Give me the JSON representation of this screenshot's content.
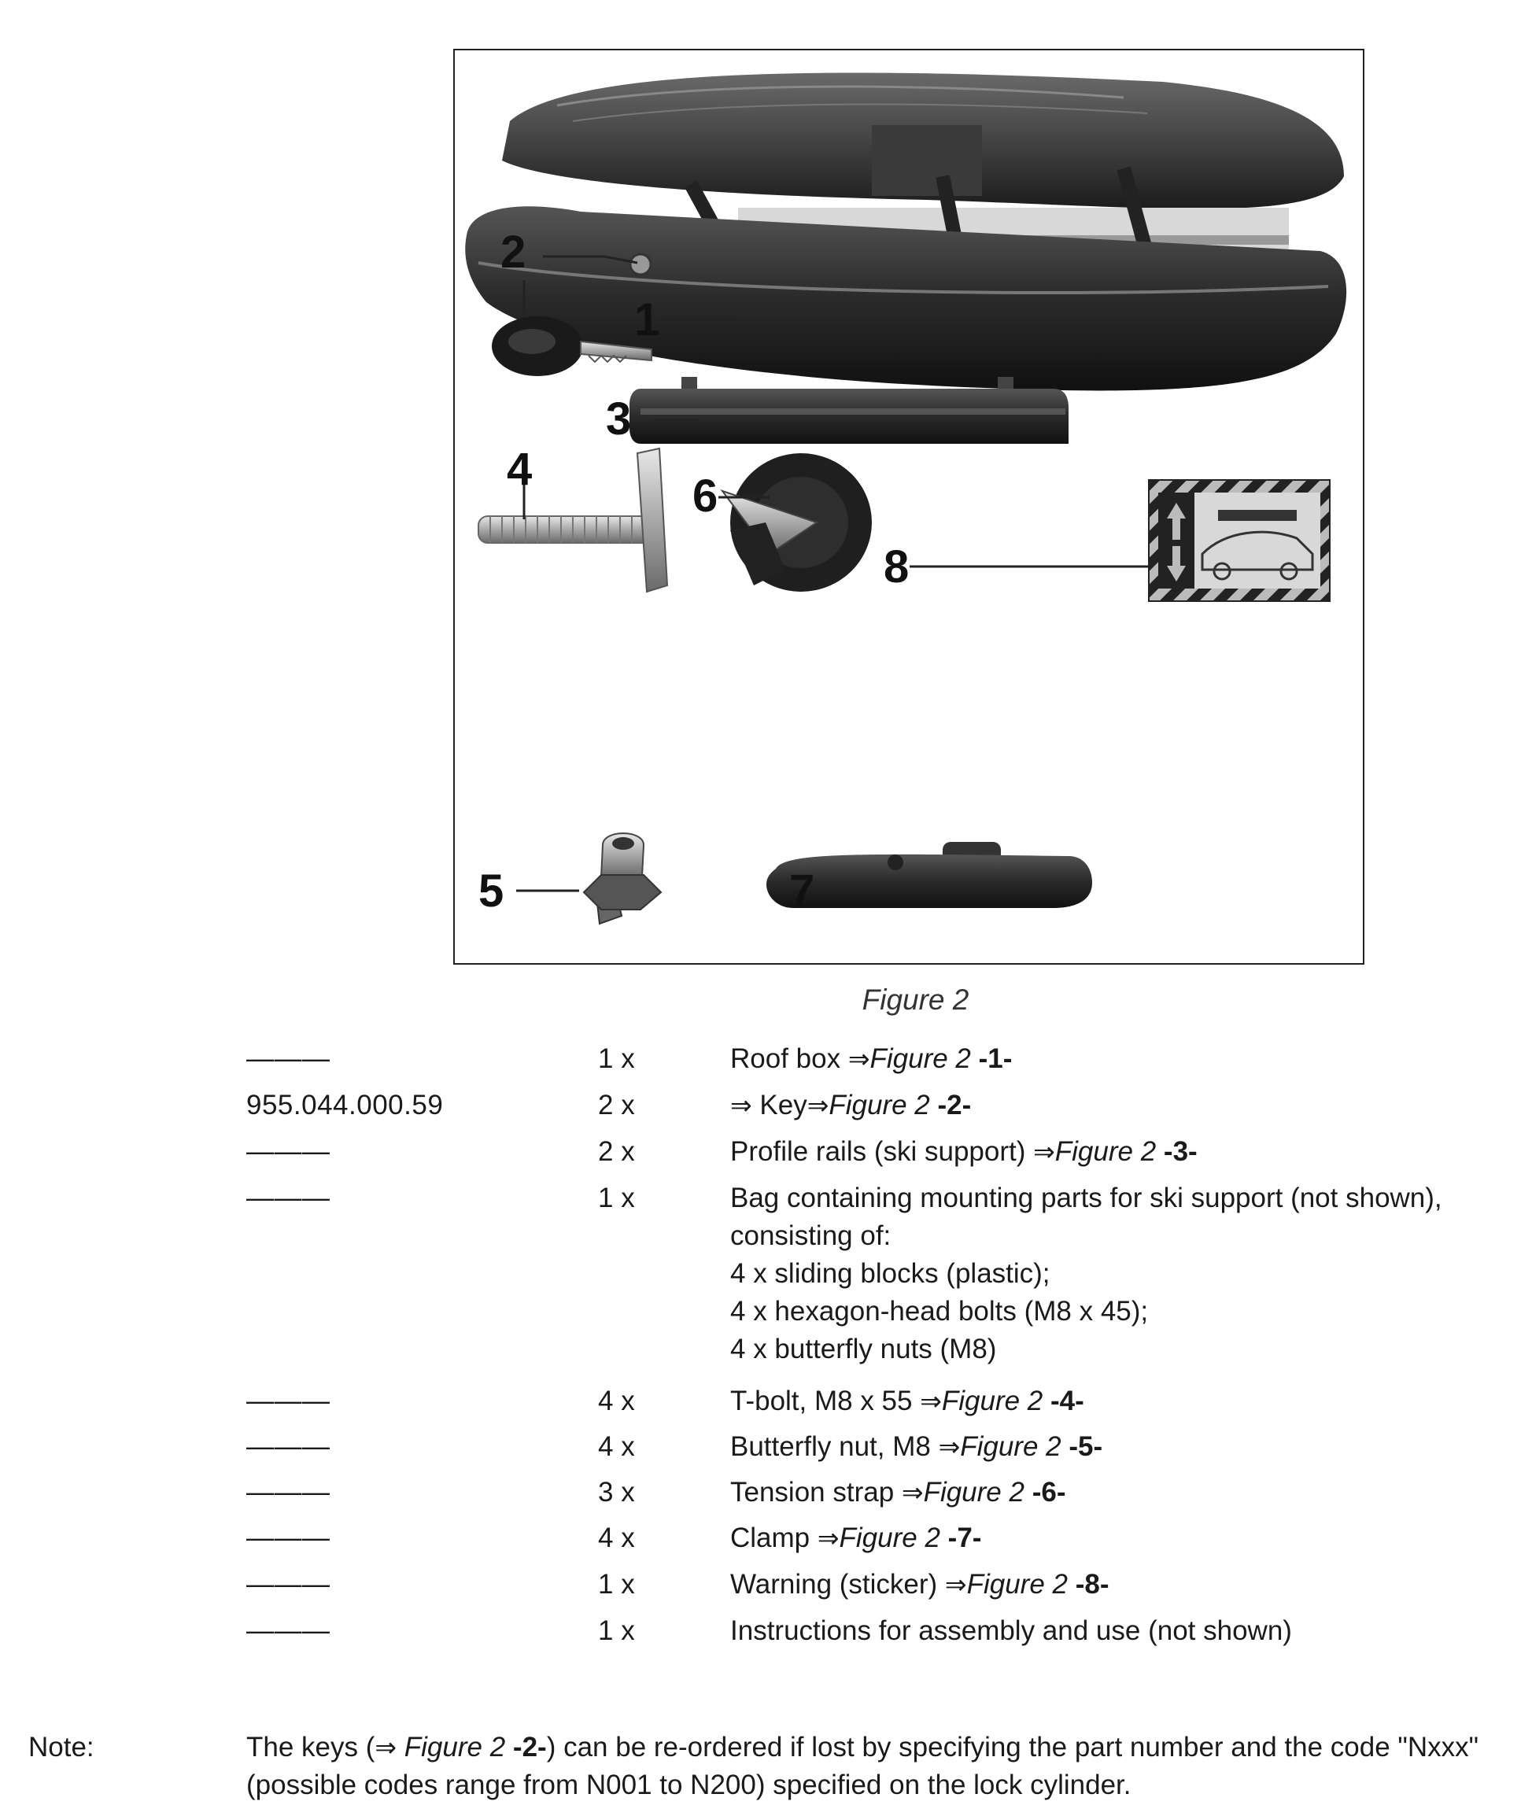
{
  "figure": {
    "caption": "Figure 2",
    "callouts": [
      "1",
      "2",
      "3",
      "4",
      "5",
      "6",
      "7",
      "8"
    ]
  },
  "parts": [
    {
      "part_no": "———",
      "qty": "1 x",
      "desc": "Roof box",
      "arrow": "⇒",
      "ref": "Figure 2",
      "num": "-1-"
    },
    {
      "part_no": "955.044.000.59",
      "qty": "2 x",
      "pre_arrow": "⇒",
      "desc": "Key",
      "arrow": "⇒",
      "ref": "Figure 2",
      "num": "-2-"
    },
    {
      "part_no": "———",
      "qty": "2 x",
      "desc": "Profile rails (ski support)",
      "arrow": "⇒",
      "ref": "Figure 2",
      "num": "-3-"
    },
    {
      "part_no": "———",
      "qty": "1 x",
      "lines": [
        "Bag containing mounting parts for ski support (not shown),",
        "consisting of:",
        "4 x sliding blocks (plastic);",
        "4 x hexagon-head bolts (M8 x 45);",
        "4 x butterfly nuts (M8)"
      ]
    },
    {
      "part_no": "———",
      "qty": "4 x",
      "desc": "T-bolt, M8 x 55",
      "arrow": "⇒",
      "ref": "Figure 2",
      "num": "-4-"
    },
    {
      "part_no": "———",
      "qty": "4 x",
      "desc": "Butterfly nut, M8",
      "arrow": "⇒",
      "ref": "Figure 2",
      "num": "-5-"
    },
    {
      "part_no": "———",
      "qty": "3 x",
      "desc": "Tension strap",
      "arrow": "⇒",
      "ref": "Figure 2",
      "num": "-6-"
    },
    {
      "part_no": "———",
      "qty": "4 x",
      "desc": "Clamp",
      "arrow": "⇒",
      "ref": "Figure 2",
      "num": "-7-"
    },
    {
      "part_no": "———",
      "qty": "1 x",
      "desc": "Warning (sticker)",
      "arrow": "⇒",
      "ref": "Figure 2",
      "num": "-8-"
    },
    {
      "part_no": "———",
      "qty": "1 x",
      "desc": "Instructions for assembly and use (not shown)"
    }
  ],
  "note": {
    "label": "Note:",
    "before": "The keys (",
    "arrow": "⇒",
    "ref": "Figure 2",
    "num": "-2-",
    "after": ") can be re-ordered if lost by specifying the part number and the code \"Nxxx\" (possible codes range from N001 to N200) specified on the lock cylinder."
  }
}
